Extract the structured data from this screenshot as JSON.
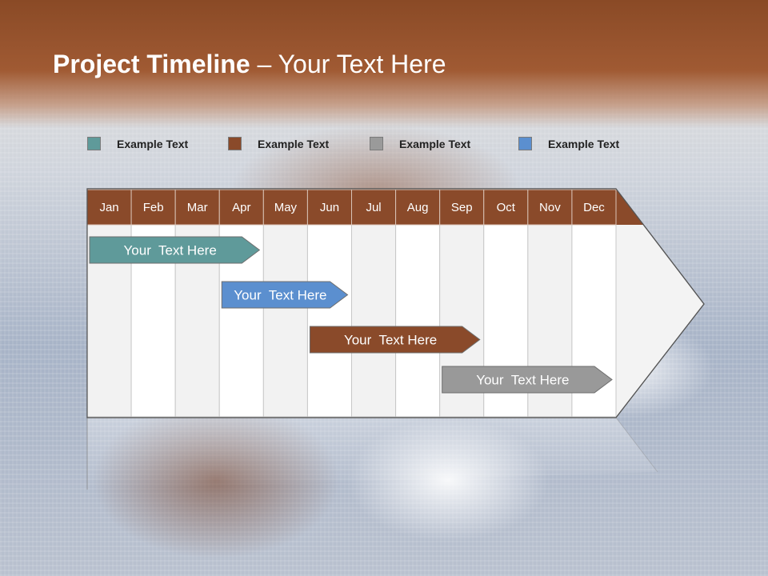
{
  "slide": {
    "title_bold": "Project Timeline",
    "title_rest": " – Your Text Here"
  },
  "legend": [
    {
      "label": "Example Text",
      "color": "#5f9a9a"
    },
    {
      "label": "Example Text",
      "color": "#8a4a2a"
    },
    {
      "label": "Example Text",
      "color": "#9a9a9a"
    },
    {
      "label": "Example Text",
      "color": "#5b8fcf"
    }
  ],
  "timeline": {
    "months": [
      "Jan",
      "Feb",
      "Mar",
      "Apr",
      "May",
      "Jun",
      "Jul",
      "Aug",
      "Sep",
      "Oct",
      "Nov",
      "Dec"
    ],
    "header_color": "#8a4a2a",
    "tasks": [
      {
        "label": "Your  Text Here",
        "start_month": "Jan",
        "end_month": "Apr",
        "color": "#5f9a9a"
      },
      {
        "label": "Your  Text Here",
        "start_month": "Apr",
        "end_month": "Jun",
        "color": "#5b8fcf"
      },
      {
        "label": "Your  Text Here",
        "start_month": "Jun",
        "end_month": "Sep",
        "color": "#8a4a2a"
      },
      {
        "label": "Your  Text Here",
        "start_month": "Sep",
        "end_month": "Dec",
        "color": "#999999"
      }
    ]
  }
}
